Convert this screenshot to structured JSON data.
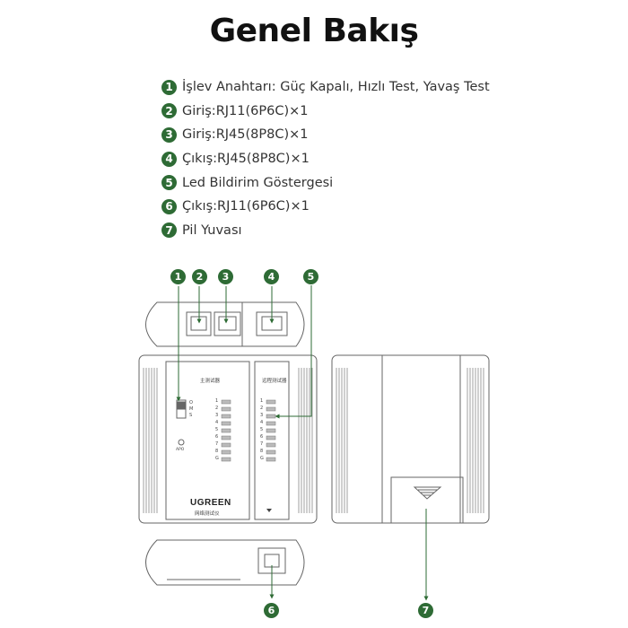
{
  "title": "Genel Bakış",
  "features": [
    {
      "num": "1",
      "text": "İşlev Anahtarı: Güç Kapalı, Hızlı Test, Yavaş Test"
    },
    {
      "num": "2",
      "text": "Giriş:RJ11(6P6C)×1"
    },
    {
      "num": "3",
      "text": "Giriş:RJ45(8P8C)×1"
    },
    {
      "num": "4",
      "text": "Çıkış:RJ45(8P8C)×1"
    },
    {
      "num": "5",
      "text": "Led Bildirim Göstergesi"
    },
    {
      "num": "6",
      "text": "Çıkış:RJ11(6P6C)×1"
    },
    {
      "num": "7",
      "text": "Pil Yuvası"
    }
  ],
  "callouts": [
    "1",
    "2",
    "3",
    "4",
    "5",
    "6",
    "7"
  ],
  "device": {
    "brand": "UGREEN",
    "brand_sub": "网络测试仪",
    "main_panel_label": "主测试器",
    "remote_panel_label": "远程测试器",
    "main_leds": [
      "1",
      "2",
      "3",
      "4",
      "5",
      "6",
      "7",
      "8",
      "G"
    ],
    "remote_leds": [
      "1",
      "2",
      "3",
      "4",
      "5",
      "6",
      "7",
      "8",
      "G"
    ],
    "switch_marks": [
      "O",
      "M",
      "S"
    ],
    "apo_label": "APO"
  },
  "colors": {
    "accent": "#2e6b35",
    "line": "#555555",
    "pointer": "#2e6b35"
  }
}
